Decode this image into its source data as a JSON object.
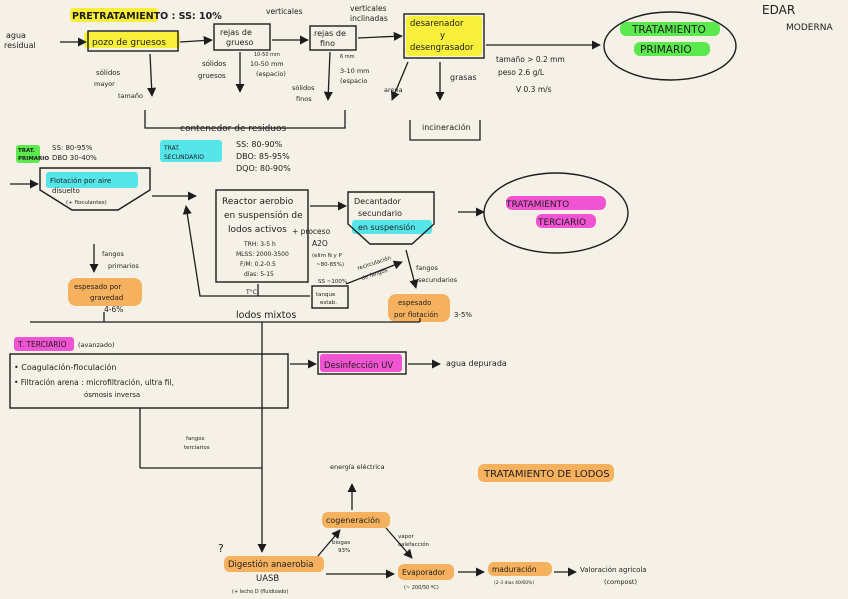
{
  "corner": {
    "title": "EDAR",
    "subtitle": "MODERNA"
  },
  "pretreatment": {
    "heading": "PRETRATAMIENTO : SS: 10%",
    "input": [
      "agua",
      "residual"
    ],
    "pozo": "pozo de gruesos",
    "rejas_gruesas": [
      "rejas de",
      "grueso"
    ],
    "rejas_gruesas_note": "verticales",
    "rejas_gruesas_spacing": "10-50 mm",
    "rejas_finas": [
      "rejas de",
      "fino"
    ],
    "rejas_finas_note": [
      "verticales",
      "inclinadas"
    ],
    "rejas_finas_spacing": "6 mm",
    "desarenador": [
      "desarenador",
      "y",
      "desengrasador"
    ],
    "desarenador_specs": [
      "tamaño > 0.2 mm",
      "peso 2.6 g/L",
      "V 0.3 m/s"
    ],
    "solidos_mayor": [
      "sólidos",
      "mayor",
      "tamaño"
    ],
    "solidos_gruesos": [
      "sólidos",
      "gruesos"
    ],
    "espacio_1": [
      "10-50 mm",
      "(espacio)"
    ],
    "espacio_2": [
      "3-10 mm",
      "(espacio"
    ],
    "solidos_finos": [
      "sólidos",
      "finos"
    ],
    "arena": "arena",
    "grasas": "grasas",
    "contenedor": "contenedor de residuos",
    "incineracion": "incineración"
  },
  "primary": {
    "bubble": [
      "TRATAMIENTO",
      "PRIMARIO"
    ],
    "tag": [
      "TRAT.",
      "PRIMARIO"
    ],
    "eff": [
      "SS: 80-95%",
      "DBO 30-40%"
    ],
    "flotacion": [
      "Flotación por aire",
      "disuelto"
    ],
    "floculantes": "(+ floculantes)",
    "fangos": [
      "fangos",
      "primarios"
    ],
    "espesado": [
      "espesado por",
      "gravedad"
    ],
    "espesado_pct": "4-6%"
  },
  "secondary": {
    "tag": [
      "TRAT.",
      "SECUNDARIO"
    ],
    "eff": [
      "SS: 80-90%",
      "DBO: 85-95%",
      "DQO: 80-90%"
    ],
    "reactor": [
      "Reactor aerobio",
      "en suspensión de",
      "lodos activos"
    ],
    "proceso": [
      "+ proceso",
      "A2O",
      "(elim N y P",
      "~80-85%)"
    ],
    "params": [
      "TRH: 3-5 h",
      "MLSS: 2000-3500",
      "F/M: 0.2-0.5",
      "días: 5-15"
    ],
    "temp": "T°C",
    "decantador": [
      "Decantador",
      "secundario",
      "en suspensión"
    ],
    "recirc": [
      "recirculación",
      "de fangos"
    ],
    "ss": "SS ~100%",
    "tanque": [
      "tanque",
      "estab."
    ],
    "lodos": "lodos mixtos",
    "fangos_sec": [
      "fangos",
      "secundarios"
    ],
    "espesado": [
      "espesado",
      "por flotación"
    ],
    "espesado_pct": "3-5%"
  },
  "tertiary": {
    "bubble": [
      "TRATAMIENTO",
      "TERCIARIO"
    ],
    "tag": "T. TERCIARIO",
    "tag_note": "(avanzado)",
    "items": [
      "• Coagulación-floculación",
      "• Filtración arena : microfiltración, ultra fil,",
      "ósmosis inversa"
    ],
    "desinfeccion": "Desinfección UV",
    "agua": "agua depurada",
    "fangos": [
      "fangos",
      "terciarios"
    ]
  },
  "sludge": {
    "title": "TRATAMIENTO DE LODOS",
    "energia": "energía eléctrica",
    "cogeneracion": "cogeneración",
    "biogas": [
      "biogas",
      "93%"
    ],
    "vapor": [
      "vapor",
      "calefacción"
    ],
    "digestion": "Digestión anaerobia",
    "uasb": "UASB",
    "uasb_note": "(+ lecho D (fluidizado)",
    "evaporador": "Evaporador",
    "evaporador_note": "(~ 200/50 ºC)",
    "maduracion": "maduración",
    "maduracion_note": "(2-3 días 40/60%)",
    "valoracion": [
      "Valoración agrícola",
      "(compost)"
    ]
  }
}
